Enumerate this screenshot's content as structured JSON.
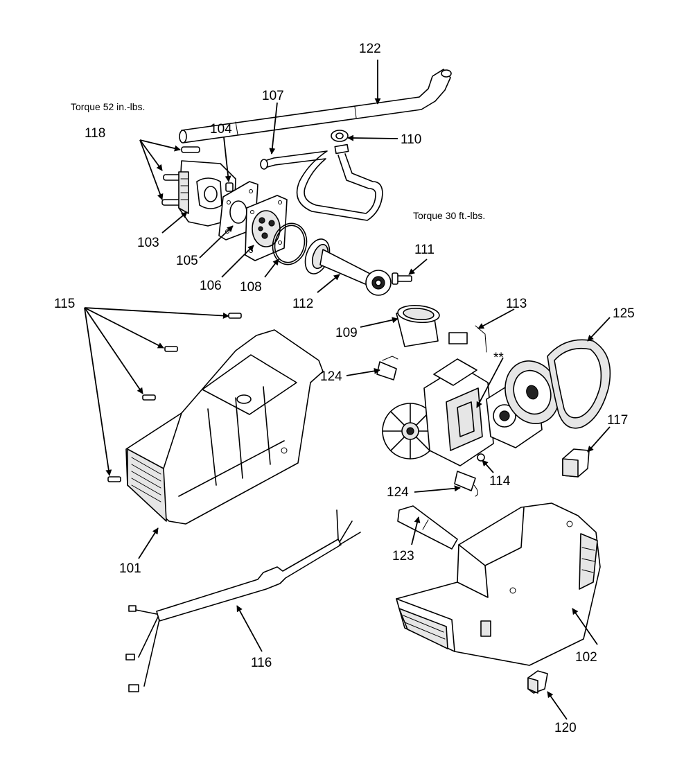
{
  "notes": {
    "torque_head": "Torque 52 in.-lbs.",
    "torque_rod": "Torque 30 ft.-lbs."
  },
  "callouts": {
    "c101": "101",
    "c102": "102",
    "c103": "103",
    "c104": "104",
    "c105": "105",
    "c106": "106",
    "c107": "107",
    "c108": "108",
    "c109": "109",
    "c110": "110",
    "c111": "111",
    "c112": "112",
    "c113": "113",
    "c114": "114",
    "c115": "115",
    "c116": "116",
    "c117": "117",
    "c118": "118",
    "c120": "120",
    "c122": "122",
    "c123": "123",
    "c124a": "124",
    "c124b": "124",
    "c125": "125",
    "star": "**"
  }
}
